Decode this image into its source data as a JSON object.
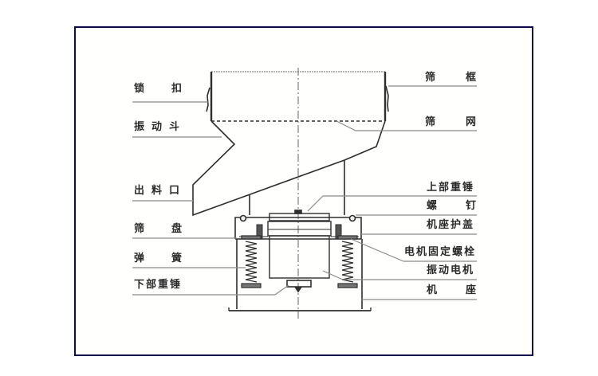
{
  "diagram": {
    "subject": "vibrating sieve cross-section",
    "frame_color": "#0c0c4e",
    "line_color": "#333333",
    "leader_color": "#8a8a8a",
    "left_labels": [
      {
        "id": "lock-clasp",
        "chars": [
          "锁",
          "扣"
        ],
        "text": "锁扣"
      },
      {
        "id": "vibrating-hopper",
        "chars": [
          "振",
          "动",
          "斗"
        ],
        "text": "振动斗"
      },
      {
        "id": "discharge-outlet",
        "chars": [
          "出",
          "料",
          "口"
        ],
        "text": "出料口"
      },
      {
        "id": "sieve-tray",
        "chars": [
          "筛",
          "盘"
        ],
        "text": "筛盘"
      },
      {
        "id": "spring",
        "chars": [
          "弹",
          "簧"
        ],
        "text": "弹簧"
      },
      {
        "id": "lower-weight",
        "chars": [
          "下",
          "部",
          "重",
          "锤"
        ],
        "text": "下部重锤"
      }
    ],
    "right_labels": [
      {
        "id": "sieve-frame",
        "chars": [
          "筛",
          "框"
        ],
        "text": "筛框"
      },
      {
        "id": "sieve-mesh",
        "chars": [
          "筛",
          "网"
        ],
        "text": "筛网"
      },
      {
        "id": "upper-weight",
        "chars": [
          "上",
          "部",
          "重",
          "锤"
        ],
        "text": "上部重锤"
      },
      {
        "id": "screw",
        "chars": [
          "螺",
          "钉"
        ],
        "text": "螺钉"
      },
      {
        "id": "base-cover",
        "chars": [
          "机",
          "座",
          "护",
          "盖"
        ],
        "text": "机座护盖"
      },
      {
        "id": "motor-bolt",
        "chars": [
          "电",
          "机",
          "固",
          "定",
          "螺",
          "栓"
        ],
        "text": "电机固定螺栓"
      },
      {
        "id": "vibration-motor",
        "chars": [
          "振",
          "动",
          "电",
          "机"
        ],
        "text": "振动电机"
      },
      {
        "id": "machine-base",
        "chars": [
          "机",
          "座"
        ],
        "text": "机座"
      }
    ]
  }
}
